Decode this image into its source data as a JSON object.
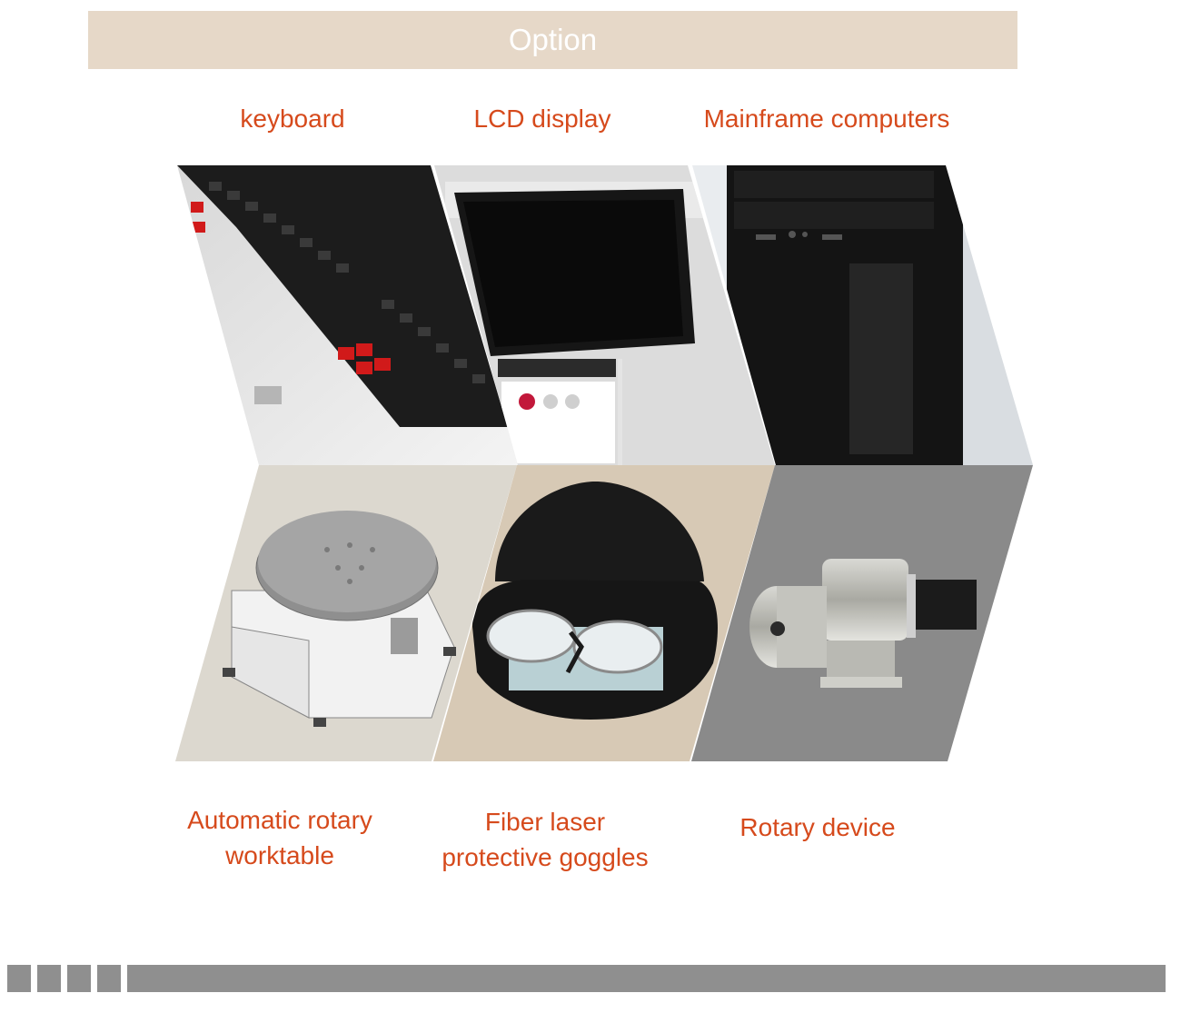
{
  "header": {
    "title": "Option"
  },
  "options": {
    "top": [
      {
        "label": "keyboard",
        "icon": "keyboard-photo"
      },
      {
        "label": "LCD display",
        "icon": "lcd-display-photo"
      },
      {
        "label": "Mainframe computers",
        "icon": "mainframe-computer-photo"
      }
    ],
    "bottom": [
      {
        "label_line1": "Automatic rotary",
        "label_line2": "worktable",
        "icon": "rotary-worktable-photo"
      },
      {
        "label_line1": "Fiber laser",
        "label_line2": "protective goggles",
        "icon": "protective-goggles-photo"
      },
      {
        "label_line1": "Rotary device",
        "label_line2": "",
        "icon": "rotary-device-photo"
      }
    ]
  },
  "colors": {
    "header_bg": "#e6d8c8",
    "label_text": "#d64a1c",
    "footer_bar": "#8f8f8f"
  }
}
